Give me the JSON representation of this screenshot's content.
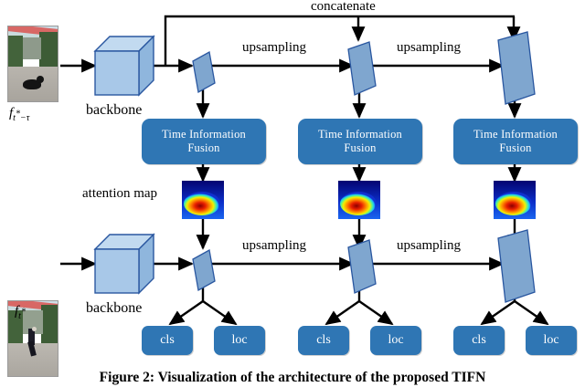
{
  "figure": {
    "caption": "Figure 2: Visualization of the architecture of the proposed TIFN",
    "concatenate_label": "concatenate",
    "attention_map_label": "attention map"
  },
  "streams": [
    {
      "id": "reference",
      "frame_label_base": "f",
      "frame_label_sub": "t",
      "frame_label_sup": "*",
      "frame_label_tail": "−τ",
      "frame_label_full": "f_{t*−τ}",
      "thumbnail_name": "street-scene-with-dog",
      "backbone_label": "backbone"
    },
    {
      "id": "target",
      "frame_label_base": "f",
      "frame_label_sub": "t",
      "frame_label_sup": "*",
      "frame_label_tail": "",
      "frame_label_full": "f_{t*}",
      "thumbnail_name": "street-scene-with-person",
      "backbone_label": "backbone"
    }
  ],
  "upsampling_labels": [
    "upsampling",
    "upsampling",
    "upsampling",
    "upsampling"
  ],
  "fusion_blocks": [
    {
      "line1": "Time Information",
      "line2": "Fusion"
    },
    {
      "line1": "Time Information",
      "line2": "Fusion"
    },
    {
      "line1": "Time Information",
      "line2": "Fusion"
    }
  ],
  "attention_maps": [
    {
      "name": "attention-map-1",
      "colormap": "jet"
    },
    {
      "name": "attention-map-2",
      "colormap": "jet"
    },
    {
      "name": "attention-map-3",
      "colormap": "jet"
    }
  ],
  "heads": [
    {
      "cls": "cls",
      "loc": "loc"
    },
    {
      "cls": "cls",
      "loc": "loc"
    },
    {
      "cls": "cls",
      "loc": "loc"
    }
  ],
  "colors": {
    "block_blue": "#2f76b4",
    "feature_map_blue": "#7fa6cf",
    "cube_face": "#a8c8e8",
    "cube_top": "#c2daf0",
    "cube_side": "#8fb6dd",
    "outline": "#2a57a0",
    "arrow": "#000000",
    "text_on_block": "#ffffff"
  }
}
